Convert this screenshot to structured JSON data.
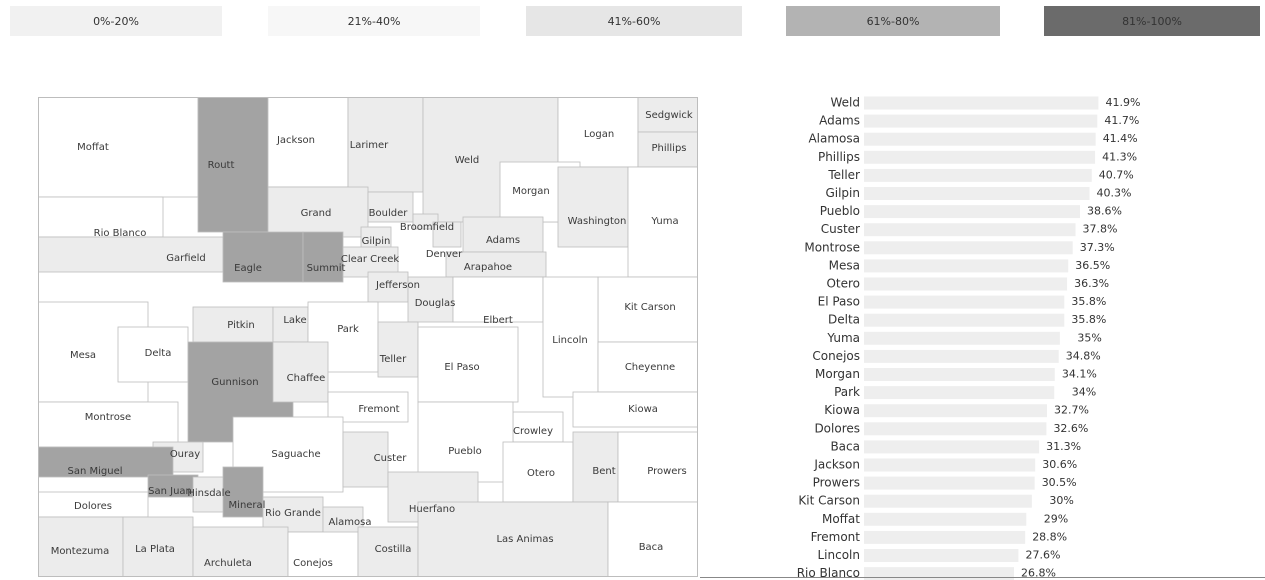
{
  "legend": [
    {
      "label": "0%-20%",
      "color": "#f1f1f1"
    },
    {
      "label": "21%-40%",
      "color": "#f7f7f7"
    },
    {
      "label": "41%-60%",
      "color": "#e6e6e6"
    },
    {
      "label": "61%-80%",
      "color": "#b3b3b3"
    },
    {
      "label": "81%-100%",
      "color": "#6b6b6b"
    }
  ],
  "map": {
    "colors": {
      "light": "#ececec",
      "white": "#ffffff",
      "medium": "#dcdcdc",
      "dark": "#a3a3a3"
    },
    "counties": [
      {
        "name": "Moffat",
        "shade": "white"
      },
      {
        "name": "Routt",
        "shade": "dark"
      },
      {
        "name": "Jackson",
        "shade": "white"
      },
      {
        "name": "Larimer",
        "shade": "light"
      },
      {
        "name": "Weld",
        "shade": "light"
      },
      {
        "name": "Logan",
        "shade": "white"
      },
      {
        "name": "Sedgwick",
        "shade": "light"
      },
      {
        "name": "Phillips",
        "shade": "light"
      },
      {
        "name": "Morgan",
        "shade": "white"
      },
      {
        "name": "Washington",
        "shade": "light"
      },
      {
        "name": "Yuma",
        "shade": "white"
      },
      {
        "name": "Rio Blanco",
        "shade": "white"
      },
      {
        "name": "Garfield",
        "shade": "light"
      },
      {
        "name": "Grand",
        "shade": "light"
      },
      {
        "name": "Boulder",
        "shade": "light"
      },
      {
        "name": "Broomfield",
        "shade": "light"
      },
      {
        "name": "Gilpin",
        "shade": "light"
      },
      {
        "name": "Denver",
        "shade": "light"
      },
      {
        "name": "Adams",
        "shade": "light"
      },
      {
        "name": "Arapahoe",
        "shade": "light"
      },
      {
        "name": "Eagle",
        "shade": "dark"
      },
      {
        "name": "Summit",
        "shade": "dark"
      },
      {
        "name": "Clear Creek",
        "shade": "light"
      },
      {
        "name": "Jefferson",
        "shade": "light"
      },
      {
        "name": "Douglas",
        "shade": "light"
      },
      {
        "name": "Elbert",
        "shade": "white"
      },
      {
        "name": "Kit Carson",
        "shade": "white"
      },
      {
        "name": "Lincoln",
        "shade": "white"
      },
      {
        "name": "Pitkin",
        "shade": "light"
      },
      {
        "name": "Lake",
        "shade": "light"
      },
      {
        "name": "Park",
        "shade": "white"
      },
      {
        "name": "Mesa",
        "shade": "white"
      },
      {
        "name": "Delta",
        "shade": "white"
      },
      {
        "name": "Gunnison",
        "shade": "dark"
      },
      {
        "name": "Chaffee",
        "shade": "light"
      },
      {
        "name": "Teller",
        "shade": "light"
      },
      {
        "name": "El Paso",
        "shade": "white"
      },
      {
        "name": "Cheyenne",
        "shade": "white"
      },
      {
        "name": "Fremont",
        "shade": "white"
      },
      {
        "name": "Kiowa",
        "shade": "white"
      },
      {
        "name": "Montrose",
        "shade": "white"
      },
      {
        "name": "Crowley",
        "shade": "white"
      },
      {
        "name": "Ouray",
        "shade": "light"
      },
      {
        "name": "Saguache",
        "shade": "white"
      },
      {
        "name": "Custer",
        "shade": "light"
      },
      {
        "name": "Pueblo",
        "shade": "white"
      },
      {
        "name": "Otero",
        "shade": "white"
      },
      {
        "name": "Bent",
        "shade": "light"
      },
      {
        "name": "Prowers",
        "shade": "white"
      },
      {
        "name": "San Miguel",
        "shade": "dark"
      },
      {
        "name": "San Juan",
        "shade": "dark"
      },
      {
        "name": "Hinsdale",
        "shade": "light"
      },
      {
        "name": "Mineral",
        "shade": "dark"
      },
      {
        "name": "Dolores",
        "shade": "white"
      },
      {
        "name": "Rio Grande",
        "shade": "light"
      },
      {
        "name": "Alamosa",
        "shade": "light"
      },
      {
        "name": "Huerfano",
        "shade": "light"
      },
      {
        "name": "Montezuma",
        "shade": "light"
      },
      {
        "name": "La Plata",
        "shade": "light"
      },
      {
        "name": "Archuleta",
        "shade": "light"
      },
      {
        "name": "Conejos",
        "shade": "white"
      },
      {
        "name": "Costilla",
        "shade": "light"
      },
      {
        "name": "Las Animas",
        "shade": "light"
      },
      {
        "name": "Baca",
        "shade": "white"
      }
    ]
  },
  "chart_data": {
    "type": "bar",
    "orientation": "horizontal",
    "bar_color": "#eeeeee",
    "xlim": [
      0,
      100
    ],
    "categories": [
      "Weld",
      "Adams",
      "Alamosa",
      "Phillips",
      "Teller",
      "Gilpin",
      "Pueblo",
      "Custer",
      "Montrose",
      "Mesa",
      "Otero",
      "El Paso",
      "Delta",
      "Yuma",
      "Conejos",
      "Morgan",
      "Park",
      "Kiowa",
      "Dolores",
      "Baca",
      "Jackson",
      "Prowers",
      "Kit Carson",
      "Moffat",
      "Fremont",
      "Lincoln",
      "Rio Blanco"
    ],
    "values": [
      41.9,
      41.7,
      41.4,
      41.3,
      40.7,
      40.3,
      38.6,
      37.8,
      37.3,
      36.5,
      36.3,
      35.8,
      35.8,
      35,
      34.8,
      34.1,
      34,
      32.7,
      32.6,
      31.3,
      30.6,
      30.5,
      30,
      29,
      28.8,
      27.6,
      26.8
    ],
    "value_labels": [
      "41.9%",
      "41.7%",
      "41.4%",
      "41.3%",
      "40.7%",
      "40.3%",
      "38.6%",
      "37.8%",
      "37.3%",
      "36.5%",
      "36.3%",
      "35.8%",
      "35.8%",
      "35%",
      "34.8%",
      "34.1%",
      "34%",
      "32.7%",
      "32.6%",
      "31.3%",
      "30.6%",
      "30.5%",
      "30%",
      "29%",
      "28.8%",
      "27.6%",
      "26.8%"
    ]
  }
}
